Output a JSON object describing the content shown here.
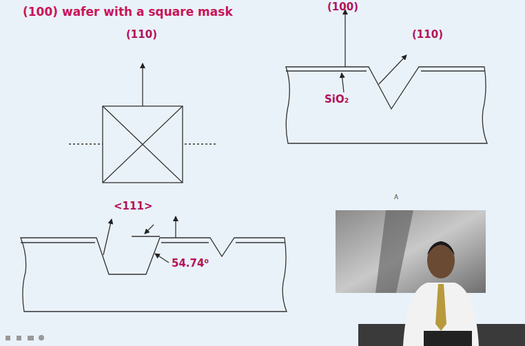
{
  "diagram": {
    "title": "(100) wafer with a square mask",
    "labels": [
      "(110)",
      "(100)",
      "(110)",
      "SiO₂",
      "<111>",
      "54.74⁰",
      "A"
    ]
  }
}
